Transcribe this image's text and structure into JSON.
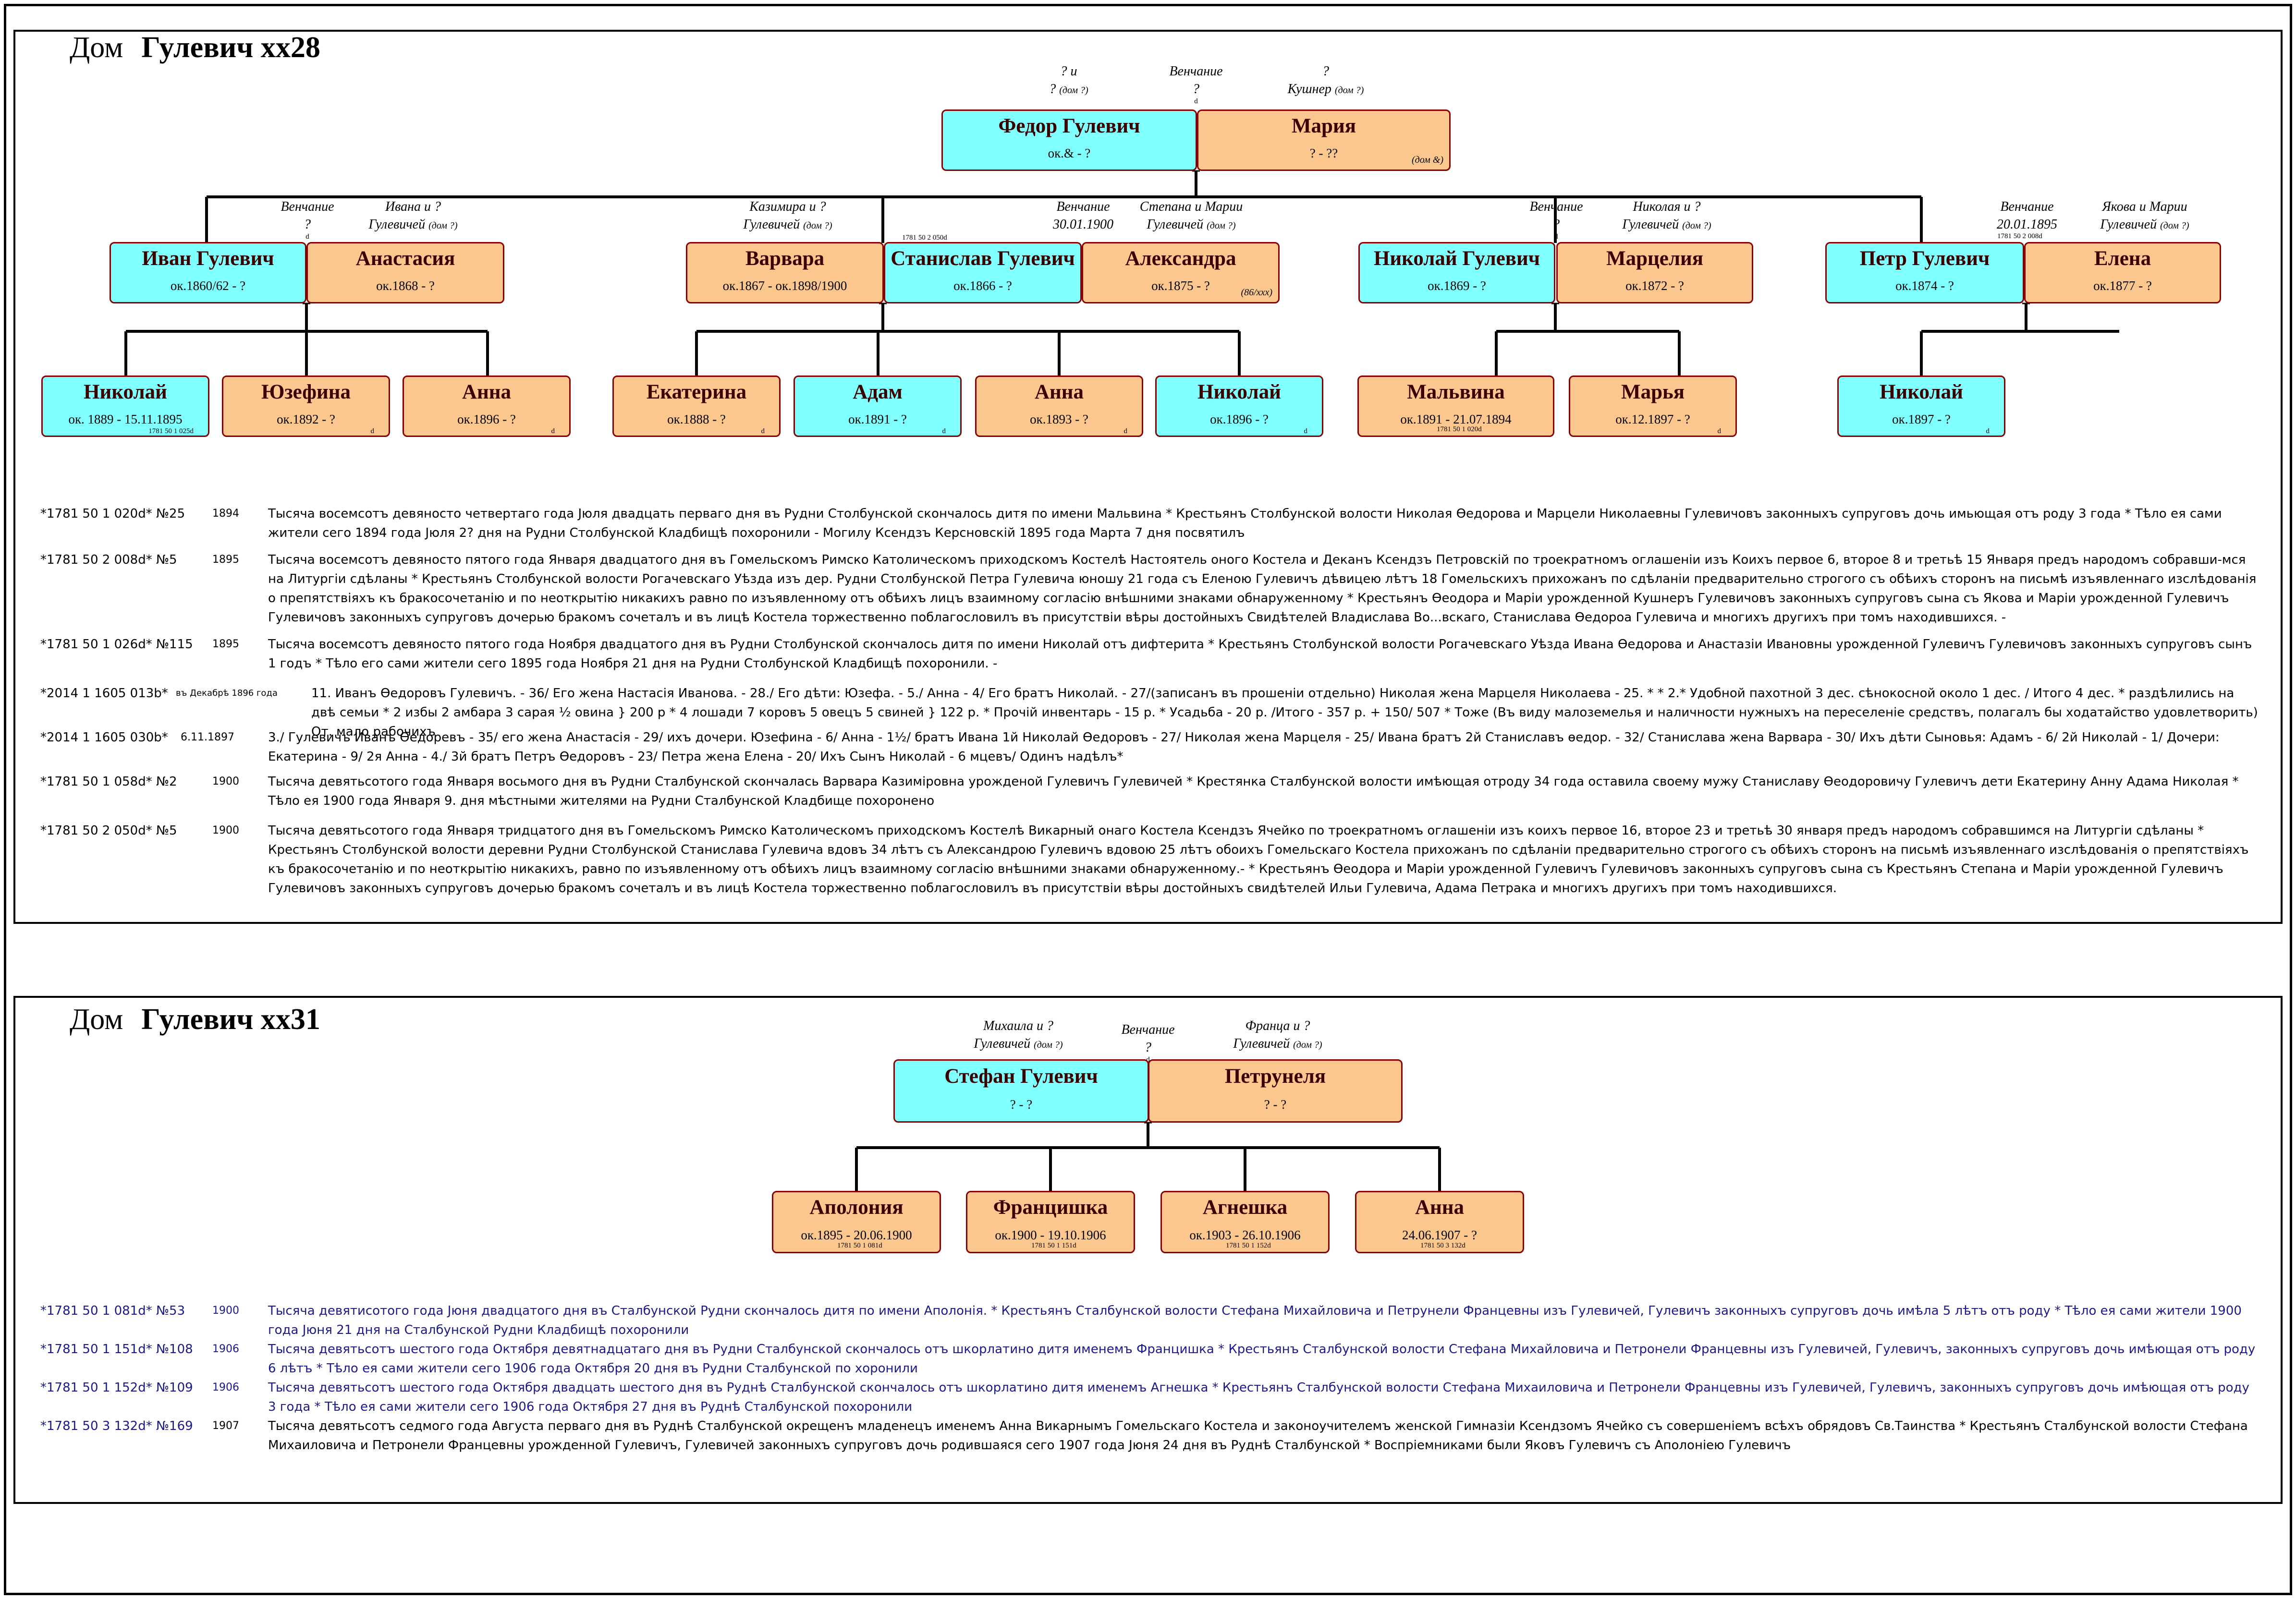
{
  "sections": [
    {
      "title_label": "Дом",
      "title_name": "Гулевич хх28",
      "parents": {
        "father": {
          "name": "Федор Гулевич",
          "dates": "ок.& - ?"
        },
        "mother": {
          "name": "Мария",
          "dates": "? - ??",
          "note": "(дом &)"
        },
        "ann_left": {
          "l1": "? и",
          "l2": "?",
          "l2s": "(дом ?)"
        },
        "ann_mid": {
          "l1": "Венчание",
          "l2": "?",
          "l3": "d"
        },
        "ann_right": {
          "l1": "?",
          "l2": "Кушнер",
          "l2s": "(дом ?)"
        }
      },
      "couples": [
        {
          "husband": {
            "name": "Иван Гулевич",
            "dates": "ок.1860/62 - ?"
          },
          "wife": {
            "name": "Анастасия",
            "dates": "ок.1868 - ?"
          },
          "ann_mid": {
            "l1": "Венчание",
            "l2": "?",
            "l3": "d"
          },
          "ann_wife": {
            "l1": "Ивана и ?",
            "l2": "Гулевичей",
            "l2s": "(дом ?)"
          },
          "children": [
            {
              "name": "Николай",
              "dates": "ок. 1889 - 15.11.1895",
              "ref": "1781 50 1 025d",
              "sex": "m"
            },
            {
              "name": "Юзефина",
              "dates": "ок.1892 - ?",
              "ref": "d",
              "sex": "f"
            },
            {
              "name": "Анна",
              "dates": "ок.1896 - ?",
              "ref": "d",
              "sex": "f"
            }
          ]
        },
        {
          "first_wife": {
            "name": "Варвара",
            "dates": "ок.1867 - ок.1898/1900"
          },
          "husband": {
            "name": "Станислав Гулевич",
            "dates": "ок.1866 - ?",
            "ref": "1781 50 2 050d"
          },
          "wife": {
            "name": "Александра",
            "dates": "ок.1875 - ?",
            "note": "(86/ххх)"
          },
          "ann_first": {
            "l1": "Казимира и ?",
            "l2": "Гулевичей",
            "l2s": "(дом ?)"
          },
          "ann_mid": {
            "l1": "Венчание",
            "l2": "30.01.1900"
          },
          "ann_wife": {
            "l1": "Степана и Марии",
            "l2": "Гулевичей",
            "l2s": "(дом ?)"
          },
          "children": [
            {
              "name": "Екатерина",
              "dates": "ок.1888 - ?",
              "ref": "d",
              "sex": "f"
            },
            {
              "name": "Адам",
              "dates": "ок.1891 - ?",
              "ref": "d",
              "sex": "m"
            },
            {
              "name": "Анна",
              "dates": "ок.1893 - ?",
              "ref": "d",
              "sex": "f"
            },
            {
              "name": "Николай",
              "dates": "ок.1896 - ?",
              "ref": "d",
              "sex": "m"
            }
          ]
        },
        {
          "husband": {
            "name": "Николай Гулевич",
            "dates": "ок.1869 - ?"
          },
          "wife": {
            "name": "Марцелия",
            "dates": "ок.1872 - ?"
          },
          "ann_mid": {
            "l1": "Венчание",
            "l2": "?",
            "l3": "d"
          },
          "ann_wife": {
            "l1": "Николая и ?",
            "l2": "Гулевичей",
            "l2s": "(дом ?)"
          },
          "children": [
            {
              "name": "Мальвина",
              "dates": "ок.1891 - 21.07.1894",
              "ref": "1781 50 1 020d",
              "sex": "f"
            },
            {
              "name": "Марья",
              "dates": "ок.12.1897 - ?",
              "ref": "d",
              "sex": "f"
            }
          ]
        },
        {
          "husband": {
            "name": "Петр Гулевич",
            "dates": "ок.1874 - ?"
          },
          "wife": {
            "name": "Елена",
            "dates": "ок.1877 - ?"
          },
          "ann_mid": {
            "l1": "Венчание",
            "l2": "20.01.1895"
          },
          "ann_wife": {
            "l1": "Якова и Марии",
            "l2": "Гулевичей",
            "l2s": "(дом ?)"
          },
          "children": [
            {
              "name": "Николай",
              "dates": "ок.1897 - ?",
              "ref": "d",
              "sex": "m"
            }
          ]
        }
      ],
      "couple_refs": {
        "c2": "1781 50 2 050d",
        "c4": "1781 50 2 008d"
      },
      "records": [
        {
          "id": "*1781 50 1 020d* №25",
          "year": "1894",
          "text": "Тысяча восемсотъ девяносто четвертаго года Jюля двадцать перваго дня въ Рудни Столбунской скончалось дитя по имени Мальвина * Крестьянъ Столбунской волости Николая Ѳедорова и Марцели Николаевны Гулевичовъ законныхъ супруговъ дочь имьющая отъ роду 3 года * Тѣло ея сами жители сего 1894 года Jюля 2? дня на Рудни Столбунской Кладбищѣ похоронили - Могилу Ксендзъ Керсновскiй 1895 года Марта 7 дня посвятилъ"
        },
        {
          "id": "*1781 50 2 008d* №5",
          "year": "1895",
          "text": "Тысяча восемсотъ девяносто пятого года Января двадцатого дня въ Гомельскомъ Римско Католическомъ приходскомъ Костелѣ Настоятель оного Костела и Деканъ Ксендзъ Петровскiй по троекратномъ оглашенiи изъ Коихъ первое 6, второе 8 и третьѣ 15 Января предъ народомъ собравши-мся на Литургiи сдѣланы * Крестьянъ Столбунской волости Рогачевскаго Уѣзда изъ дер. Рудни Столбунской Петра Гулевича юношу 21 года съ Еленою Гулевичъ дѣвицею лѣтъ 18 Гомельскихъ прихожанъ по сдѣланiи предварительно строгого съ обѣихъ сторонъ на письмѣ изъявленнаго изслѣдованiя о препятствiяхъ къ бракосочетанiю и по неоткрытiю никакихъ равно по изъявленному отъ обѣихъ лицъ взаимному согласiю внѣшними знаками обнаруженному * Крестьянъ Ѳеодора и Марiи урожденной Кушнеръ Гулевичовъ законныхъ супруговъ сына съ Якова и Марiи урожденной Гулевичъ Гулевичовъ законныхъ супруговъ дочерью бракомъ сочеталъ и въ лицѣ Костела торжественно поблагословилъ въ присутствiи вѣры достойныхъ Свидѣтелей Владислава Во...вскаго, Станислава Ѳедороа Гулевича и многихъ другихъ при томъ находившихся. -"
        },
        {
          "id": "*1781 50 1 026d* №115",
          "year": "1895",
          "text": "Тысяча восемсотъ девяносто пятого года Ноября двадцатого дня въ Рудни Столбунской скончалось дитя по имени Николай отъ дифтерита * Крестьянъ Столбунской волости Рогачевскаго Уѣзда Ивана Ѳедорова и Анастазiи Ивановны урожденной Гулевичъ Гулевичовъ законныхъ супруговъ сынъ 1 годъ * Тѣло его сами жители сего 1895 года Ноября 21 дня на Рудни Столбунской Кладбищѣ похоронили. -"
        },
        {
          "id": "*2014 1 1605 013b*",
          "year": "въ Декабрѣ 1896 года",
          "text": "11. Иванъ Ѳедоровъ Гулевичъ. - 36/ Его жена Настасiя Иванова. - 28./ Его дѣти: Юзефа. - 5./ Анна - 4/ Его братъ Николай. - 27/(записанъ въ прошенiи отдельно) Николая жена Марцеля Николаева - 25. * * 2.* Удобной пахотной 3 дес. сѣнокосной около 1 дес. / Итого 4 дес. * раздѣлились на двѣ семьи * 2 избы 2 амбара 3 сарая ½ овина } 200 р * 4 лошади 7 коровъ 5 овецъ 5 свиней } 122 р. * Прочiй инвентарь - 15 р. * Усадьба - 20 р. /Итого - 357 р. + 150/ 507 * Тоже (Въ виду малоземелья и наличности нужныхъ на переселенiе средствъ, полагалъ бы ходатайство удовлетворить) От. мало рабочихъ"
        },
        {
          "id": "*2014 1 1605 030b*",
          "year": "6.11.1897",
          "text": "3./ Гулевичъ Иванъ Ѳедоревъ - 35/ его жена Анастасiя - 29/ ихъ дочери. Юзефина - 6/ Анна - 1½/ братъ Ивана 1й Николай Ѳедоровъ - 27/ Николая жена Марцеля - 25/ Ивана братъ 2й Станиславъ ѳедор. - 32/ Станислава жена Варвара - 30/ Ихъ дѣти Сыновья: Адамъ - 6/ 2й Николай - 1/ Дочери: Екатерина - 9/ 2я Анна - 4./ 3й братъ Петръ Ѳедоровъ - 23/ Петра жена Елена - 20/ Ихъ Сынъ Николай - 6 мцевъ/ Одинъ надѣлъ*"
        },
        {
          "id": "*1781 50 1 058d* №2",
          "year": "1900",
          "text": "Тысяча девятьсотого года Января восьмого дня въ Рудни Сталбунской скончалась Варвара Казимiровна урожденой Гулевичъ Гулевичей * Крестянка Сталбунской волости имѣющая отроду 34 года оставила своему мужу Станиславу Ѳеодоровичу Гулевичъ дети Екатерину Анну Адама Николая * Тѣло ея 1900 года Января 9. дня мѣстными жителями на Рудни Сталбунской Кладбище похоронено"
        },
        {
          "id": "*1781 50 2 050d* №5",
          "year": "1900",
          "text": "Тысяча девятьсотого года Января тридцатого дня въ Гомельскомъ Римско Католическомъ приходскомъ Костелѣ Викарный онаго Костела Ксендзъ Ячейко по троекратномъ оглашенiи изъ коихъ первое 16, второе 23 и третьѣ 30 января предъ народомъ собравшимся на Литургiи сдѣланы * Крестьянъ Столбунской волости деревни Рудни Столбунской Станислава Гулевича вдовъ 34 лѣтъ съ Александрою Гулевичъ вдовою 25 лѣтъ обоихъ Гомельскаго Костела прихожанъ по сдѣланiи предварительно строгого съ обѣихъ сторонъ на письмѣ изъявленнаго изслѣдованiя о препятствiяхъ къ бракосочетанiю и по неоткрытiю никакихъ, равно по изъявленному отъ обѣихъ лицъ взаимному согласiю внѣшними знаками обнаруженному.- * Крестьянъ Ѳеодора и Марiи урожденной Гулевичъ Гулевичовъ законныхъ супруговъ сына съ Крестьянъ Степана и Марiи урожденной Гулевичъ Гулевичовъ законныхъ супруговъ дочерью бракомъ сочеталъ и въ лицѣ Костела торжественно поблагословилъ въ присутствiи вѣры достойныхъ свидѣтелей Ильи Гулевича, Адама Петрака и многихъ другихъ при томъ находившихся."
        }
      ]
    },
    {
      "title_label": "Дом",
      "title_name": "Гулевич хх31",
      "parents": {
        "father": {
          "name": "Стефан Гулевич",
          "dates": "? - ?"
        },
        "mother": {
          "name": "Петрунеля",
          "dates": "? - ?"
        },
        "ann_left": {
          "l1": "Михаила и ?",
          "l2": "Гулевичей",
          "l2s": "(дом ?)"
        },
        "ann_mid": {
          "l1": "Венчание",
          "l2": "?",
          "l3": "d"
        },
        "ann_right": {
          "l1": "Франца и ?",
          "l2": "Гулевичей",
          "l2s": "(дом ?)"
        }
      },
      "children": [
        {
          "name": "Аполония",
          "dates": "ок.1895 - 20.06.1900",
          "ref": "1781 50 1 081d",
          "sex": "f"
        },
        {
          "name": "Францишка",
          "dates": "ок.1900 - 19.10.1906",
          "ref": "1781 50 1 151d",
          "sex": "f"
        },
        {
          "name": "Агнешка",
          "dates": "ок.1903 - 26.10.1906",
          "ref": "1781 50 1 152d",
          "sex": "f"
        },
        {
          "name": "Анна",
          "dates": "24.06.1907 - ?",
          "ref": "1781 50 3 132d",
          "sex": "f"
        }
      ],
      "records": [
        {
          "id": "*1781 50 1 081d* №53",
          "year": "1900",
          "text": "Тысяча девятисотого года Jюня двадцатого дня въ Сталбунской Рудни скончалось дитя по имени Аполонiя. * Крестьянъ Сталбунской волости Стефана Михайловича и Петрунели Францевны изъ Гулевичей, Гулевичъ законныхъ супруговъ дочь имѣла 5 лѣтъ отъ роду * Тѣло ея сами жители 1900 года Jюня 21 дня на Сталбунской Рудни Кладбищѣ похоронили"
        },
        {
          "id": "*1781 50 1 151d* №108",
          "year": "1906",
          "text": "Тысяча девятьсотъ шестого года Октября девятнадцатаго дня въ Рудни Сталбунской скончалось отъ шкорлатино дитя именемъ Францишка * Крестьянъ Сталбунской волости Стефана Михайловича и Петронели Францевны изъ Гулевичей, Гулевичъ, законныхъ супруговъ дочь имѣющая отъ роду 6 лѣтъ * Тѣло ея сами жители сего 1906 года Октября 20 дня въ Рудни Сталбунской по хоронили"
        },
        {
          "id": "*1781 50 1 152d* №109",
          "year": "1906",
          "text": "Тысяча девятьсотъ шестого года Октября двадцать шестого дня въ Руднѣ Сталбунской скончалось отъ шкорлатино дитя именемъ Агнешка * Крестьянъ Сталбунской волости Стефана Михаиловича и Петронели Францевны изъ Гулевичей, Гулевичъ, законныхъ супруговъ дочь имѣющая отъ роду 3 года * Тѣло ея сами жители сего 1906 года Октября 27 дня въ Руднѣ Сталбунской похоронили"
        },
        {
          "id": "*1781 50 3 132d* №169",
          "year": "1907",
          "text": "Тысяча девятьсотъ седмого года Августа перваго дня въ Руднѣ Сталбунской окрещенъ младенецъ именемъ Анна Викарнымъ Гомельскаго Костела и законоучителемъ женской Гимназiи Ксендзомъ Ячейко съ совершенiемъ всѣхъ обрядовъ Св.Таинства * Крестьянъ Сталбунской волости Стефана Михаиловича и Петронели Францевны урожденной Гулевичъ, Гулевичей законныхъ супруговъ дочь родившаяся сего 1907 года Jюня 24 дня въ Руднѣ Сталбунской * Воспрiемниками были Яковъ Гулевичъ съ Аполонiею Гулевичъ"
        }
      ]
    }
  ],
  "colors": {
    "male": "#80ffff",
    "female": "#fcc78f",
    "border": "#8b0000",
    "record_blue": "#1a1a8c"
  }
}
